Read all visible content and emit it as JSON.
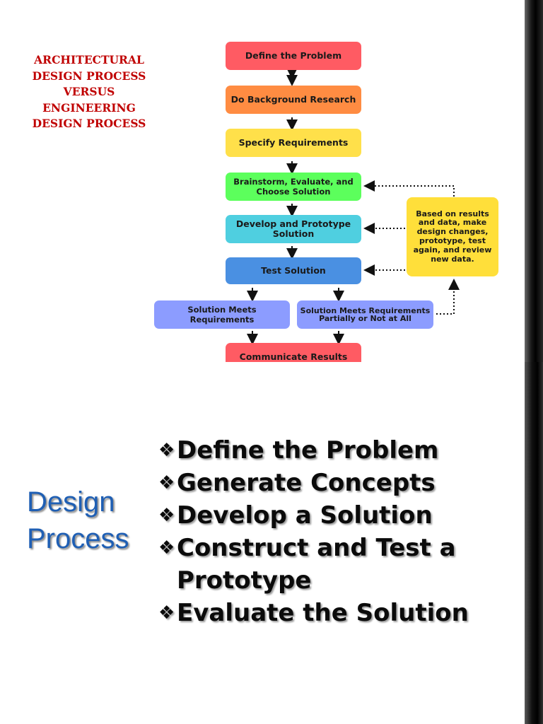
{
  "slide1": {
    "side_title": [
      "ARCHITECTURAL",
      "DESIGN PROCESS",
      "VERSUS",
      "ENGINEERING",
      "DESIGN PROCESS"
    ],
    "flow": {
      "define": "Define the Problem",
      "research": "Do Background Research",
      "specify": "Specify Requirements",
      "brainstorm": "Brainstorm, Evaluate, and Choose Solution",
      "develop": "Develop and Prototype Solution",
      "test": "Test Solution",
      "meets": "Solution Meets Requirements",
      "partial": "Solution Meets Requirements Partially or Not at All",
      "communicate": "Communicate Results",
      "note": "Based on results and data, make design changes, prototype, test again, and review new data."
    },
    "colors": {
      "red": "#ff5b63",
      "orange": "#ff8c42",
      "yellow": "#ffe04a",
      "green": "#5cff5c",
      "teal": "#4fcfe0",
      "blue": "#4a90e2",
      "lavender": "#8c9cff"
    }
  },
  "slide2": {
    "title": [
      "Design",
      "Process"
    ],
    "bullet_icon": "diamond-bullet-icon",
    "bullets": [
      "Define the Problem",
      "Generate Concepts",
      "Develop a Solution",
      "Construct and Test a Prototype",
      "Evaluate the Solution"
    ]
  }
}
